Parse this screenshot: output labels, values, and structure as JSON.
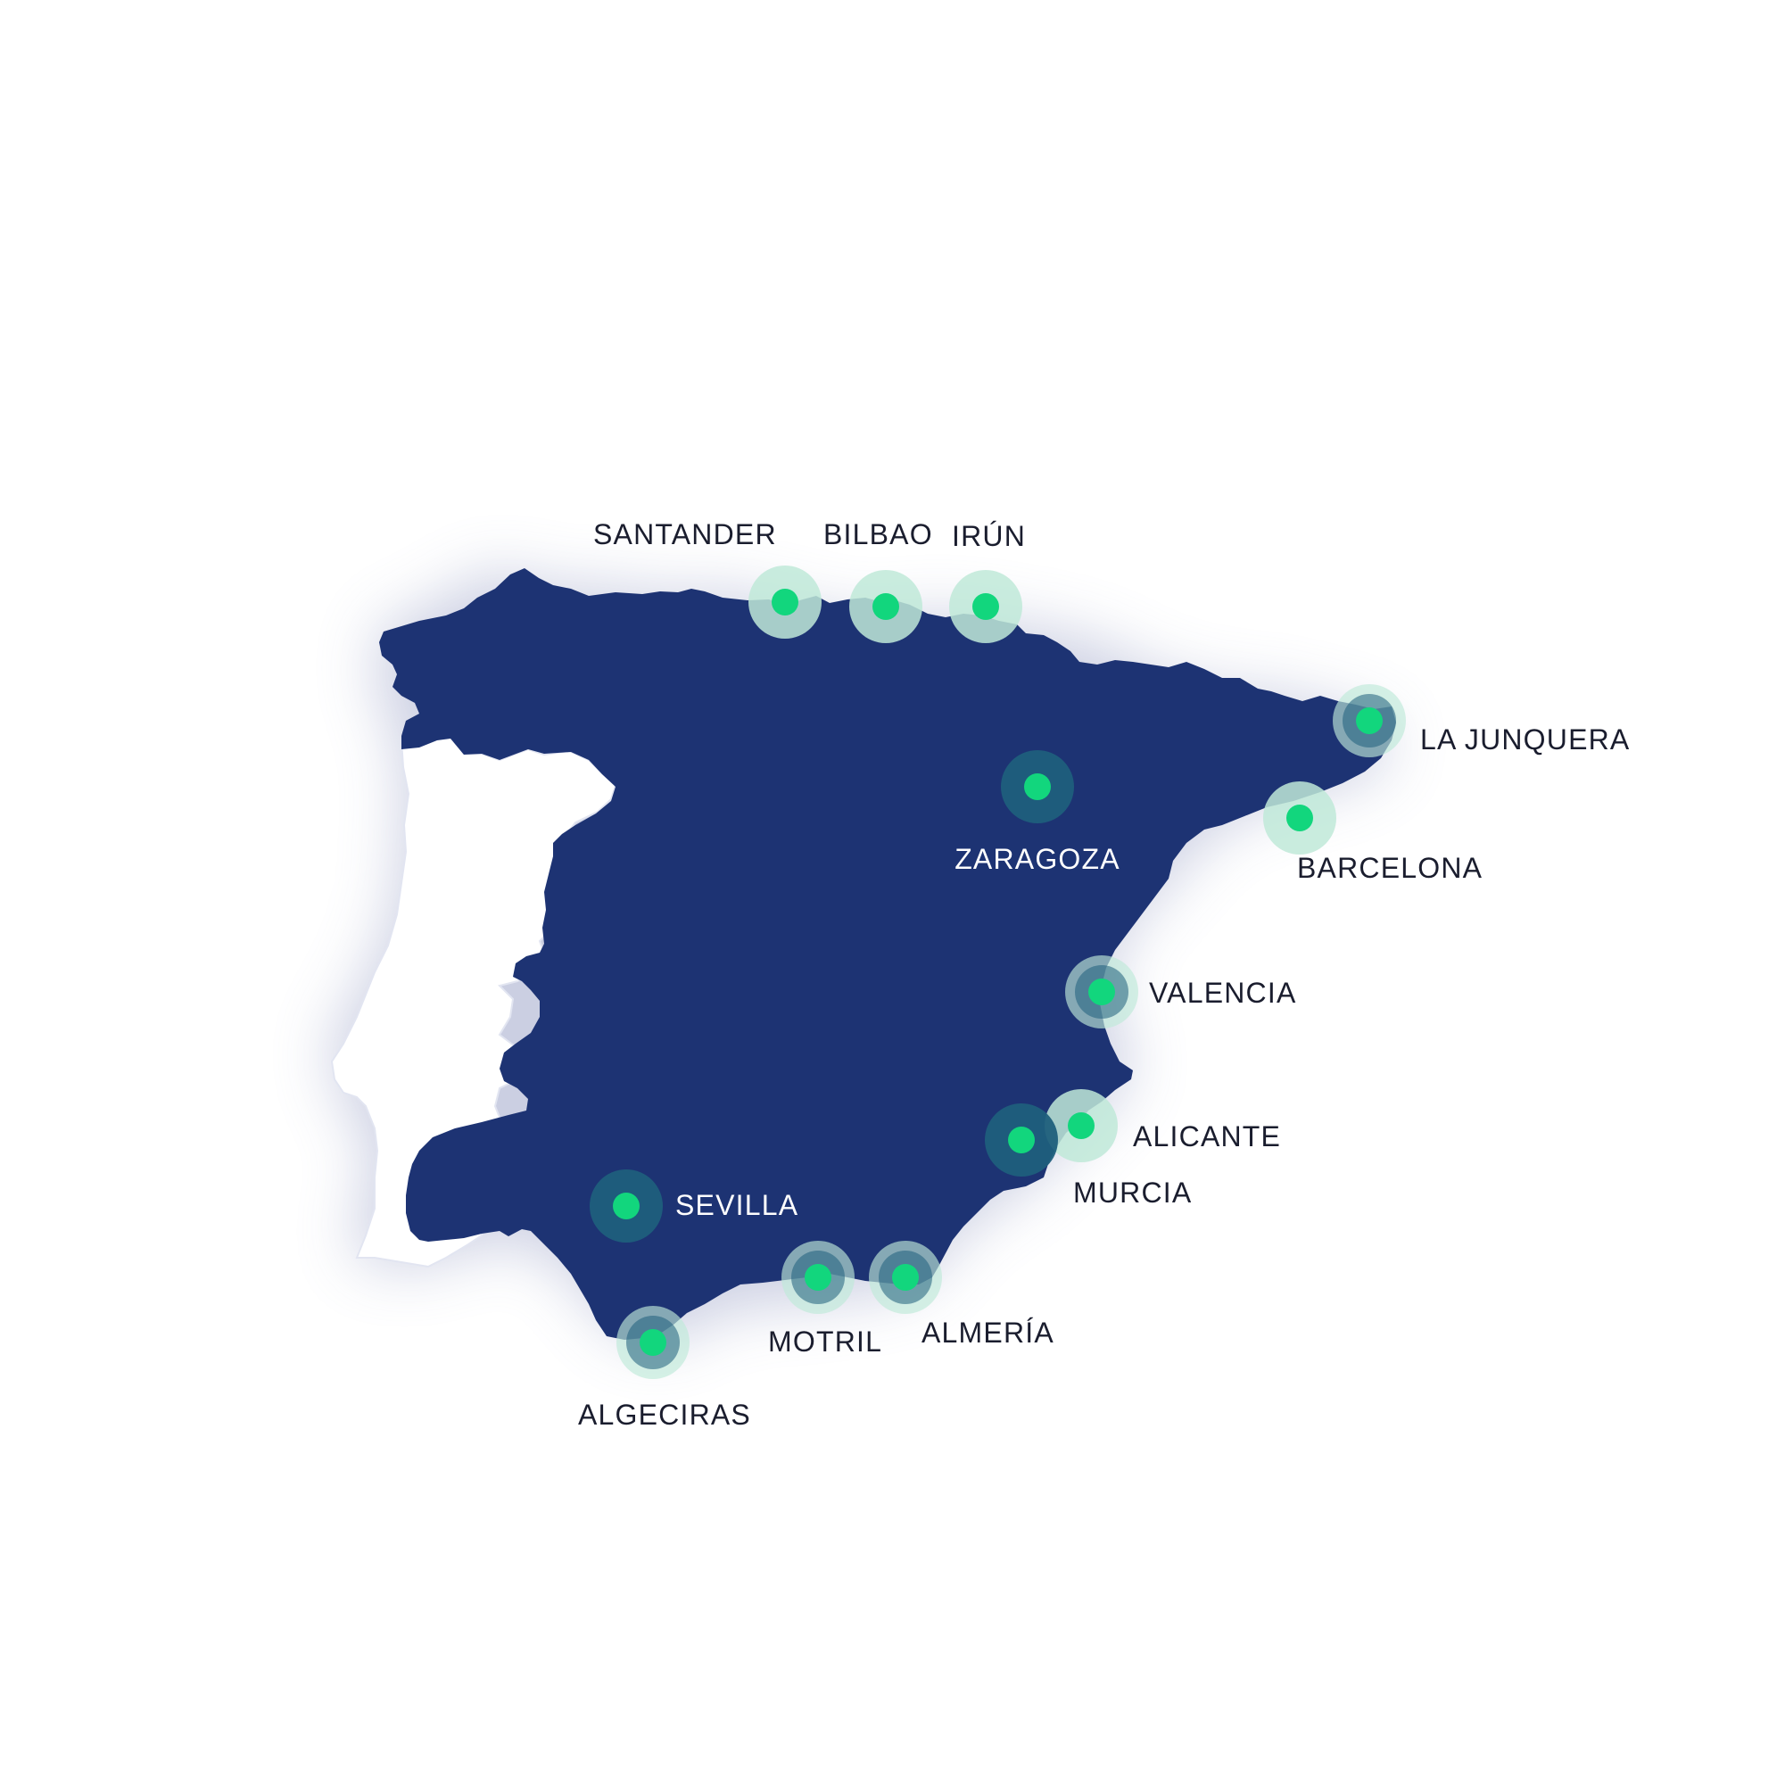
{
  "colors": {
    "background": "#ffffff",
    "spain_fill": "#1d3373",
    "portugal_fill": "#ffffff",
    "shadow": "#8e96c0",
    "marker_dot": "#12d67d",
    "halo_light": "#bfe9d8",
    "halo_dark": "#1f5f7c",
    "label_dark": "#1a1d2e",
    "label_light": "#ffffff"
  },
  "cities": [
    {
      "id": "santander",
      "name": "SANTANDER"
    },
    {
      "id": "bilbao",
      "name": "BILBAO"
    },
    {
      "id": "irun",
      "name": "IRÚN"
    },
    {
      "id": "la-junquera",
      "name": "LA JUNQUERA"
    },
    {
      "id": "zaragoza",
      "name": "ZARAGOZA"
    },
    {
      "id": "barcelona",
      "name": "BARCELONA"
    },
    {
      "id": "valencia",
      "name": "VALENCIA"
    },
    {
      "id": "alicante",
      "name": "ALICANTE"
    },
    {
      "id": "murcia",
      "name": "MURCIA"
    },
    {
      "id": "sevilla",
      "name": "SEVILLA"
    },
    {
      "id": "motril",
      "name": "MOTRIL"
    },
    {
      "id": "almeria",
      "name": "ALMERÍA"
    },
    {
      "id": "algeciras",
      "name": "ALGECIRAS"
    }
  ]
}
